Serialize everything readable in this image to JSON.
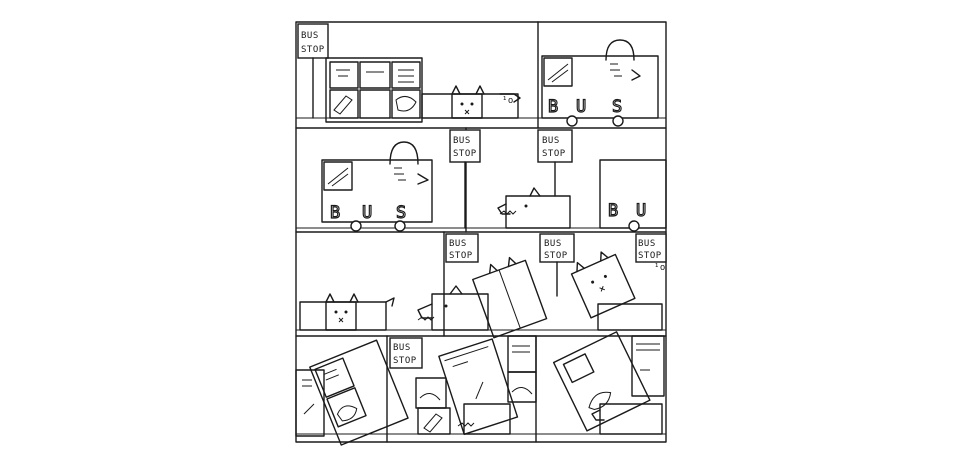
{
  "sign": {
    "line1": "BUS",
    "line2": "STOP"
  },
  "bus": {
    "letters": [
      "B",
      "U",
      "S"
    ]
  },
  "colors": {
    "ink": "#1a1a1a",
    "paper": "#ffffff"
  }
}
